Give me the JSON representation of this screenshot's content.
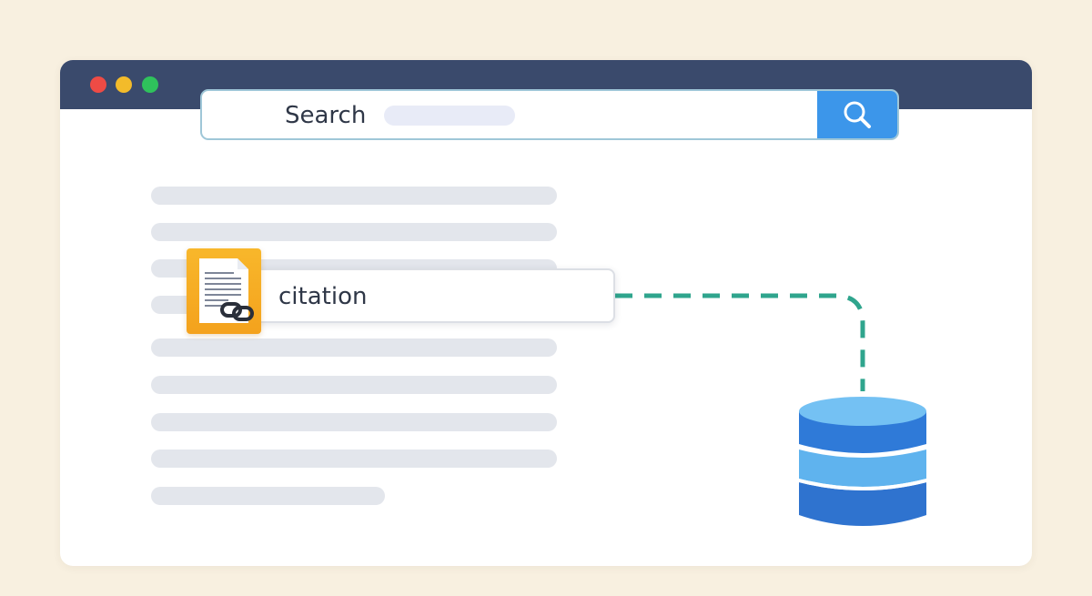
{
  "window": {
    "controls": [
      "close",
      "minimize",
      "maximize"
    ]
  },
  "search": {
    "label": "Search",
    "button_icon": "magnifier-icon"
  },
  "result": {
    "citation_label": "citation",
    "icon": "document-link-icon"
  },
  "database": {
    "icon": "database-icon"
  },
  "colors": {
    "background": "#f8f0e0",
    "titlebar": "#3a4a6c",
    "search_button": "#3c96ea",
    "document_icon": "#f4a21d",
    "connector": "#2fa58d",
    "database_top": "#67b9f0",
    "database_body": "#2f77d4"
  }
}
